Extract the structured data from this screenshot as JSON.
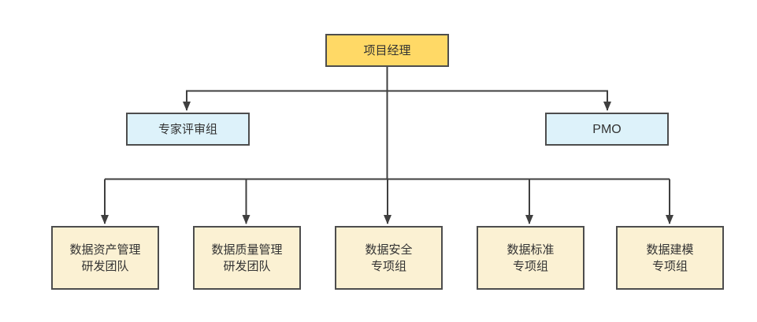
{
  "colors": {
    "background": "#ffffff",
    "root_fill": "#FFD966",
    "level2_fill": "#DDF2FA",
    "team_fill": "#FBF1D3",
    "node_border": "#4D4D4D",
    "line": "#3F3F3F",
    "text": "#333333"
  },
  "org_chart": {
    "type": "org-chart",
    "root": {
      "label": "项目经理"
    },
    "level2": [
      {
        "label": "专家评审组"
      },
      {
        "label": "PMO"
      }
    ],
    "level3": [
      {
        "label": "数据资产管理\n研发团队"
      },
      {
        "label": "数据质量管理\n研发团队"
      },
      {
        "label": "数据安全\n专项组"
      },
      {
        "label": "数据标准\n专项组"
      },
      {
        "label": "数据建模\n专项组"
      }
    ],
    "edges": [
      {
        "from": "项目经理",
        "to": "专家评审组"
      },
      {
        "from": "项目经理",
        "to": "PMO"
      },
      {
        "from": "项目经理",
        "to": "数据资产管理研发团队"
      },
      {
        "from": "项目经理",
        "to": "数据质量管理研发团队"
      },
      {
        "from": "项目经理",
        "to": "数据安全专项组"
      },
      {
        "from": "项目经理",
        "to": "数据标准专项组"
      },
      {
        "from": "项目经理",
        "to": "数据建模专项组"
      }
    ]
  }
}
